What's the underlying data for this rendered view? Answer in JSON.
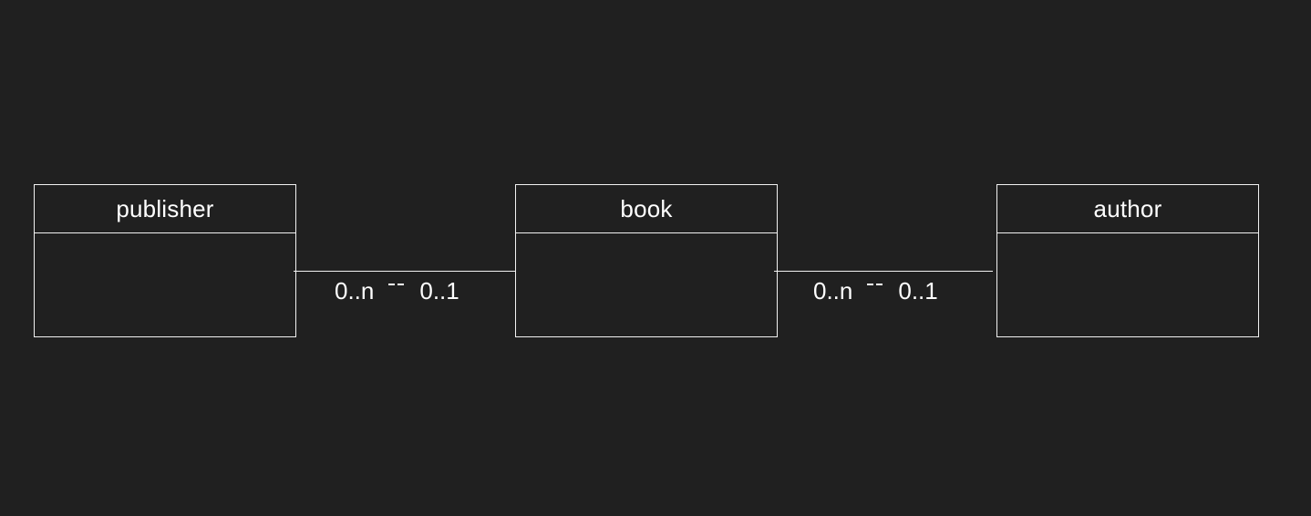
{
  "diagram": {
    "entities": [
      {
        "id": "publisher",
        "name": "publisher"
      },
      {
        "id": "book",
        "name": "book"
      },
      {
        "id": "author",
        "name": "author"
      }
    ],
    "relations": [
      {
        "from": "publisher",
        "to": "book",
        "left_multiplicity": "0..n",
        "right_multiplicity": "0..1"
      },
      {
        "from": "book",
        "to": "author",
        "left_multiplicity": "0..n",
        "right_multiplicity": "0..1"
      }
    ],
    "colors": {
      "background": "#202020",
      "stroke": "#f2f2f2",
      "text": "#ffffff"
    }
  }
}
